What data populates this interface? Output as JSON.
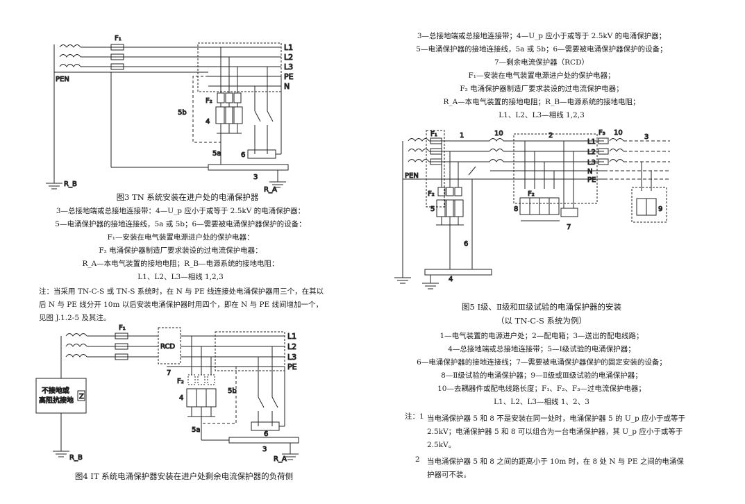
{
  "left": {
    "fig3": {
      "labels": {
        "F1": "F₁",
        "L1": "L1",
        "L2": "L2",
        "L3": "L3",
        "PE": "PE",
        "N": "N",
        "PEN": "PEN",
        "F2": "F₂",
        "n5b": "5b",
        "n4": "4",
        "n5a": "5a",
        "n6": "6",
        "n3": "3",
        "RB": "R_B",
        "RA": "R_A"
      },
      "caption": "图3 TN 系统安装在进户处的电涌保护器",
      "notes": [
        "3—总接地端或总接地连接带：4—U_p 应小于或等于 2.5kV 的电涌保护器：",
        "5—电涌保护器的接地连接线，5a 或 5b；6—需要被电涌保护器保护的设备：",
        "F₁—安装在电气装置电源进户处的保护电器：",
        "F₂  电涌保护器制造厂要求装设的过电流保护电器：",
        "R_A—本电气装置的接地电阻；R_B—电源系统的接地电阻：",
        "L1、L2、L3—相线 1,2,3"
      ],
      "remark": "注：当采用 TN-C-S 或 TN-S 系统时，在 N 与 PE 线连接处电涌保护器用三个，在其以后 N 与 PE 线分开 10m 以后安装电涌保护器时用四个，即在 N 与 PE 线间增加一个，见图 J.1.2-5 及其注。"
    },
    "fig4": {
      "labels": {
        "F1": "F₁",
        "L1": "L1",
        "L2": "L2",
        "L3": "L3",
        "PE": "PE",
        "RCD": "RCD",
        "n7": "7",
        "z1": "不接地或",
        "z2": "高阻抗接地",
        "Z": "Z",
        "F2": "F₂",
        "n4": "4",
        "n5b": "5b",
        "n5a": "5a",
        "n6": "6",
        "n3": "3",
        "RB": "R_B",
        "RA": "R_A"
      },
      "caption": "图4 IT 系统电涌保护器安装在进户处剩余电流保护器的负荷侧"
    }
  },
  "right": {
    "top_notes": [
      "3—总接地端或总接地连接带；4—U_p 应小于或等于 2.5kV 的电涌保护器；",
      "5—电涌保护器的接地连接线，5a 或 5b；6—需要被电涌保护器保护的设备；",
      "7—剩余电流保护器（RCD）",
      "F₁—安装在电气装置电源进户处的保护电器；",
      "F₂  电涌保护器制造厂要求装设的过电流保护电器；",
      "R_A—本电气装置的接地电阻；R_B—电源系统的接地电阻；",
      "L1、L2、L3—相线 1,2,3"
    ],
    "fig5": {
      "labels": {
        "F1": "F₁",
        "n1": "1",
        "n10a": "10",
        "n2": "2",
        "F3": "F₃",
        "n10b": "10",
        "n3": "3",
        "L1": "L1",
        "L2": "L2",
        "L3": "L3",
        "N": "N",
        "PE": "PE",
        "PEN": "PEN",
        "F2a": "F₂",
        "F2b": "F₂",
        "n5": "5",
        "n8": "8",
        "n9": "9",
        "n7": "7",
        "n6": "6",
        "n4": "4"
      },
      "caption": "图5  Ⅰ级、Ⅱ级和Ⅲ级试验的电涌保护器的安装",
      "subcaption": "（以 TN-C-S 系统为例）",
      "notes": [
        "1—电气装置的电源进户处；2—配电箱；3—送出的配电线路；",
        "4—总接地端或总接地连接带；5—Ⅰ级试验的电涌保护器；",
        "6—电涌保护器的接地连接线；7—需要被电涌保护器保护的固定安装的设备；",
        "8—Ⅱ级试验的电涌保护器；9—Ⅱ级或Ⅲ级试验的电涌保护器；",
        "10—去耦器件或配电线路长度；F₁、F₂、F₃—过电流保护电器；",
        "L1、L2、L3—相线 1、2、3"
      ],
      "remark1_label": "注：1",
      "remark1": "当电涌保护器 5 和 8 不是安装在同一处时，电涌保护器 5 的 U_p 应小于或等于 2.5kV；电涌保护器 5 和 8 可以组合为一台电涌保护器，其 U_p 应小于或等于 2.5kV。",
      "remark2_label": "2",
      "remark2": "当电涌保护器 5 和 8 之间的距离小于 10m 时，在 8 处 N 与 PE 之间的电涌保护器可不装。"
    }
  }
}
